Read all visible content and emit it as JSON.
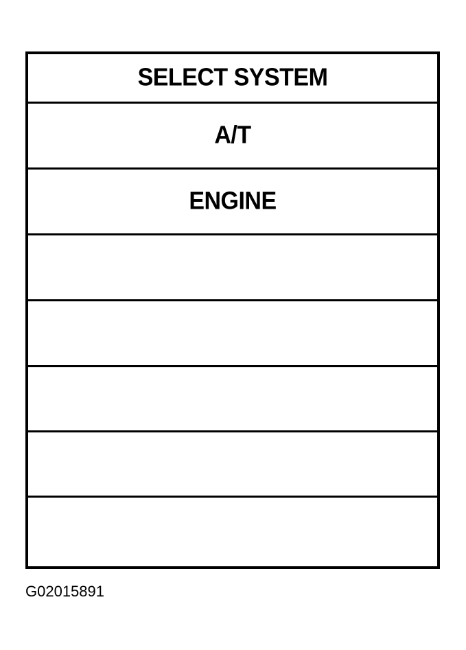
{
  "menu": {
    "title": "SELECT SYSTEM",
    "items": [
      {
        "label": "A/T"
      },
      {
        "label": "ENGINE"
      },
      {
        "label": ""
      },
      {
        "label": ""
      },
      {
        "label": ""
      },
      {
        "label": ""
      },
      {
        "label": ""
      }
    ]
  },
  "figure_id": "G02015891"
}
